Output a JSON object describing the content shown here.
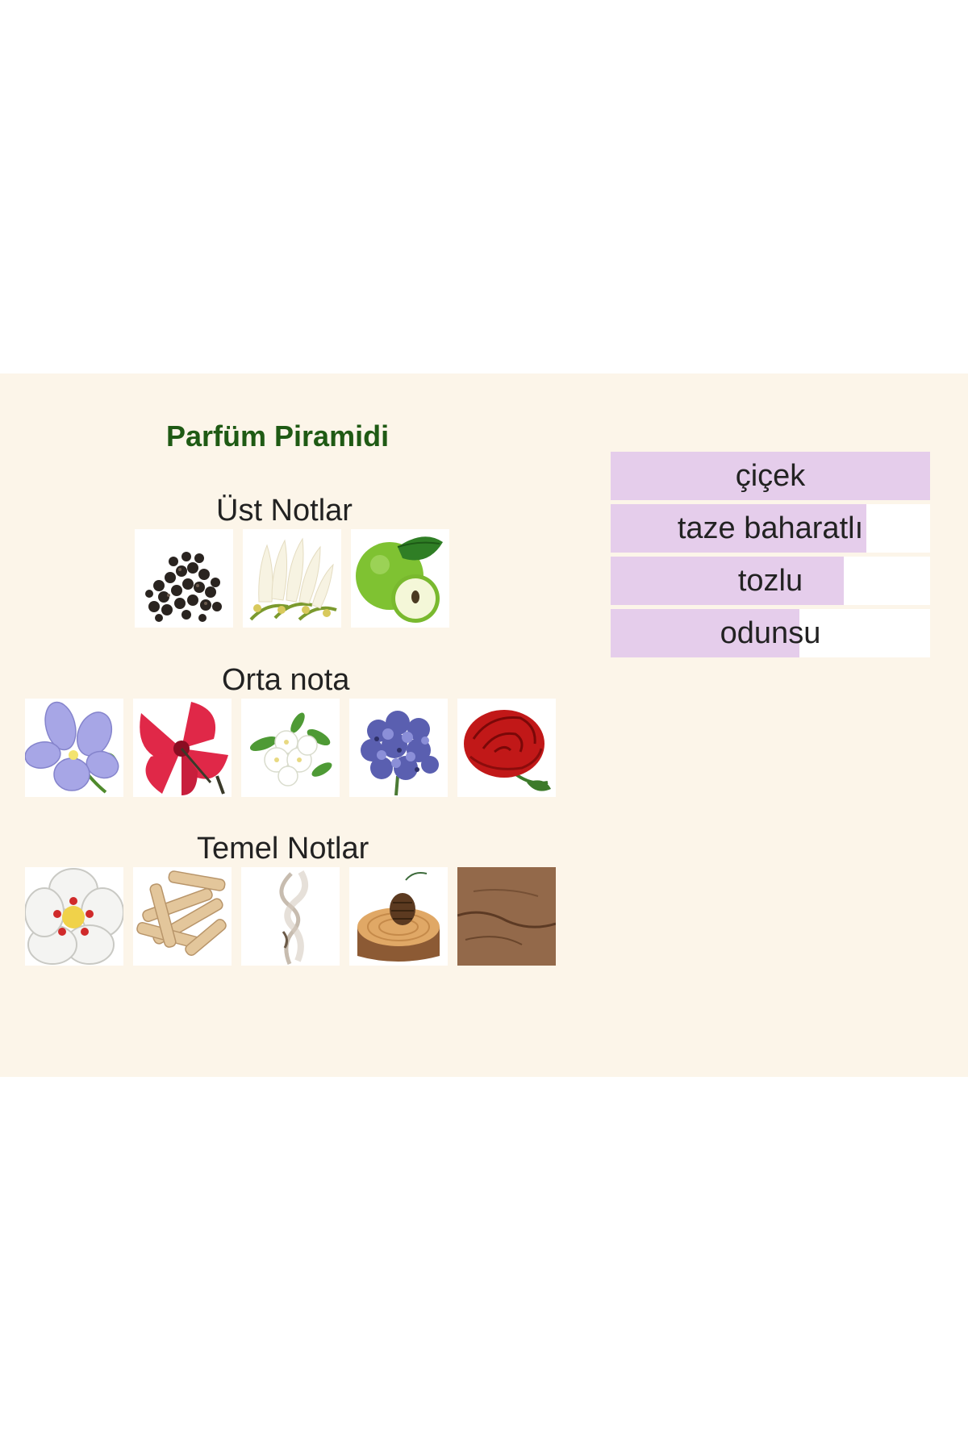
{
  "pyramid": {
    "title": "Parfüm Piramidi",
    "tiers": [
      {
        "label": "Üst Notlar",
        "notes": [
          "black-pepper-icon",
          "freesia-icon",
          "green-apple-icon"
        ]
      },
      {
        "label": "Orta nota",
        "notes": [
          "violet-icon",
          "hibiscus-icon",
          "jasmine-icon",
          "hydrangea-icon",
          "rose-icon"
        ]
      },
      {
        "label": "Temel Notlar",
        "notes": [
          "white-flower-icon",
          "sandalwood-icon",
          "musk-smoke-icon",
          "pine-wood-icon",
          "leather-icon"
        ]
      }
    ]
  },
  "accords": [
    {
      "label": "çiçek",
      "strength": 1.0
    },
    {
      "label": "taze baharatlı",
      "strength": 0.8
    },
    {
      "label": "tozlu",
      "strength": 0.73
    },
    {
      "label": "odunsu",
      "strength": 0.59
    }
  ],
  "colors": {
    "panel_bg": "#fcf5e9",
    "title_green": "#1f5a14",
    "accord_fill": "#e5cdeb",
    "accord_track": "#ffffff"
  }
}
